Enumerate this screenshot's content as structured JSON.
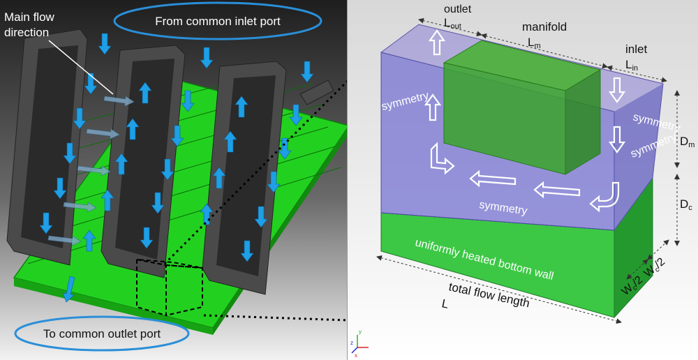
{
  "left_panel": {
    "main_flow_line1": "Main  flow",
    "main_flow_line2": "direction",
    "inlet_port": "From common inlet port",
    "outlet_port": "To common outlet port"
  },
  "right_panel": {
    "outlet": "outlet",
    "l_out": "L",
    "l_out_sub": "out",
    "manifold": "manifold",
    "l_m": "L",
    "l_m_sub": "m",
    "inlet": "inlet",
    "l_in": "L",
    "l_in_sub": "in",
    "symmetry_top_left": "symmetry",
    "symmetry_right_upper": "symmetry",
    "symmetry_right_lower": "symmetry",
    "symmetry_bottom": "symmetry",
    "d_m": "D",
    "d_m_sub": "m",
    "d_c": "D",
    "d_c_sub": "c",
    "heated_wall": "uniformly heated bottom wall",
    "total_flow_line1": "total flow length",
    "total_flow_line2": "L",
    "wc1": "W",
    "wc1_sub": "c",
    "wc1_tail": "/2",
    "wc2": "W",
    "wc2_sub": "c",
    "wc2_tail": "/2"
  },
  "axis_triad": {
    "z": "z",
    "y": "y",
    "x": "x"
  },
  "colors": {
    "channel_green": "#22d11f",
    "wall_gray": "#5b5b5b",
    "flow_arrow_blue": "#1e9fe6",
    "ellipse_blue": "#2a8fd8",
    "manifold_purple": "#8a82d6",
    "domain_green": "#2fbf3a"
  }
}
